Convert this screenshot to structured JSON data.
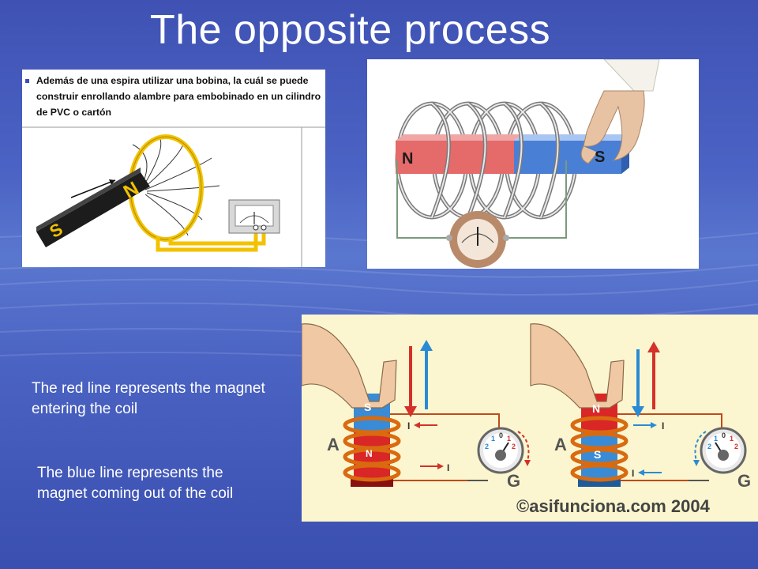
{
  "slide": {
    "title": "The opposite process",
    "notes": {
      "red_line": "The red line represents the magnet entering the coil",
      "blue_line": "The blue line represents the magnet coming out of the coil"
    }
  },
  "figure_left": {
    "caption": "Además de una espira utilizar una bobina, la cuál se puede construir enrollando alambre para embobinado en un cilindro de PVC o cartón",
    "magnet_n": "N",
    "magnet_s": "S"
  },
  "figure_right": {
    "magnet_n": "N",
    "magnet_s": "S"
  },
  "figure_bottom": {
    "left": {
      "top_pole": "S",
      "bottom_pole": "N",
      "label_a": "A",
      "label_g": "G",
      "current_top": "I",
      "current_bottom": "I"
    },
    "right": {
      "top_pole": "N",
      "bottom_pole": "S",
      "label_a": "A",
      "label_g": "G",
      "current_top": "I",
      "current_bottom": "I"
    },
    "gauge_digits": [
      "2",
      "1",
      "0",
      "1",
      "2"
    ],
    "credit": "©asifunciona.com 2004"
  },
  "colors": {
    "background": "#4a62c2",
    "coil_yellow": "#f2c200",
    "magnet_red": "#e56a6a",
    "magnet_blue": "#4a7fd6",
    "arrow_red": "#d4312a",
    "arrow_blue": "#2a8ad4"
  }
}
